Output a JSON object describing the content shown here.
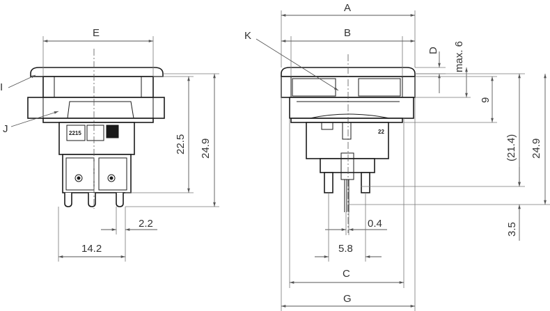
{
  "labels": {
    "A": "A",
    "B": "B",
    "C": "C",
    "D": "D",
    "E": "E",
    "G": "G",
    "I": "I",
    "J": "J",
    "K": "K",
    "max6": "max. 6",
    "dim9": "9",
    "dim21_4": "(21.4)",
    "dim24_9_right": "24.9",
    "dim22_5": "22.5",
    "dim24_9_left": "24.9",
    "dim2_2": "2.2",
    "dim14_2": "14.2",
    "dim0_4": "0.4",
    "dim5_8": "5.8",
    "dim3_5": "3.5"
  },
  "markings": {
    "left_part_code": "2215",
    "right_part_code": "22"
  }
}
